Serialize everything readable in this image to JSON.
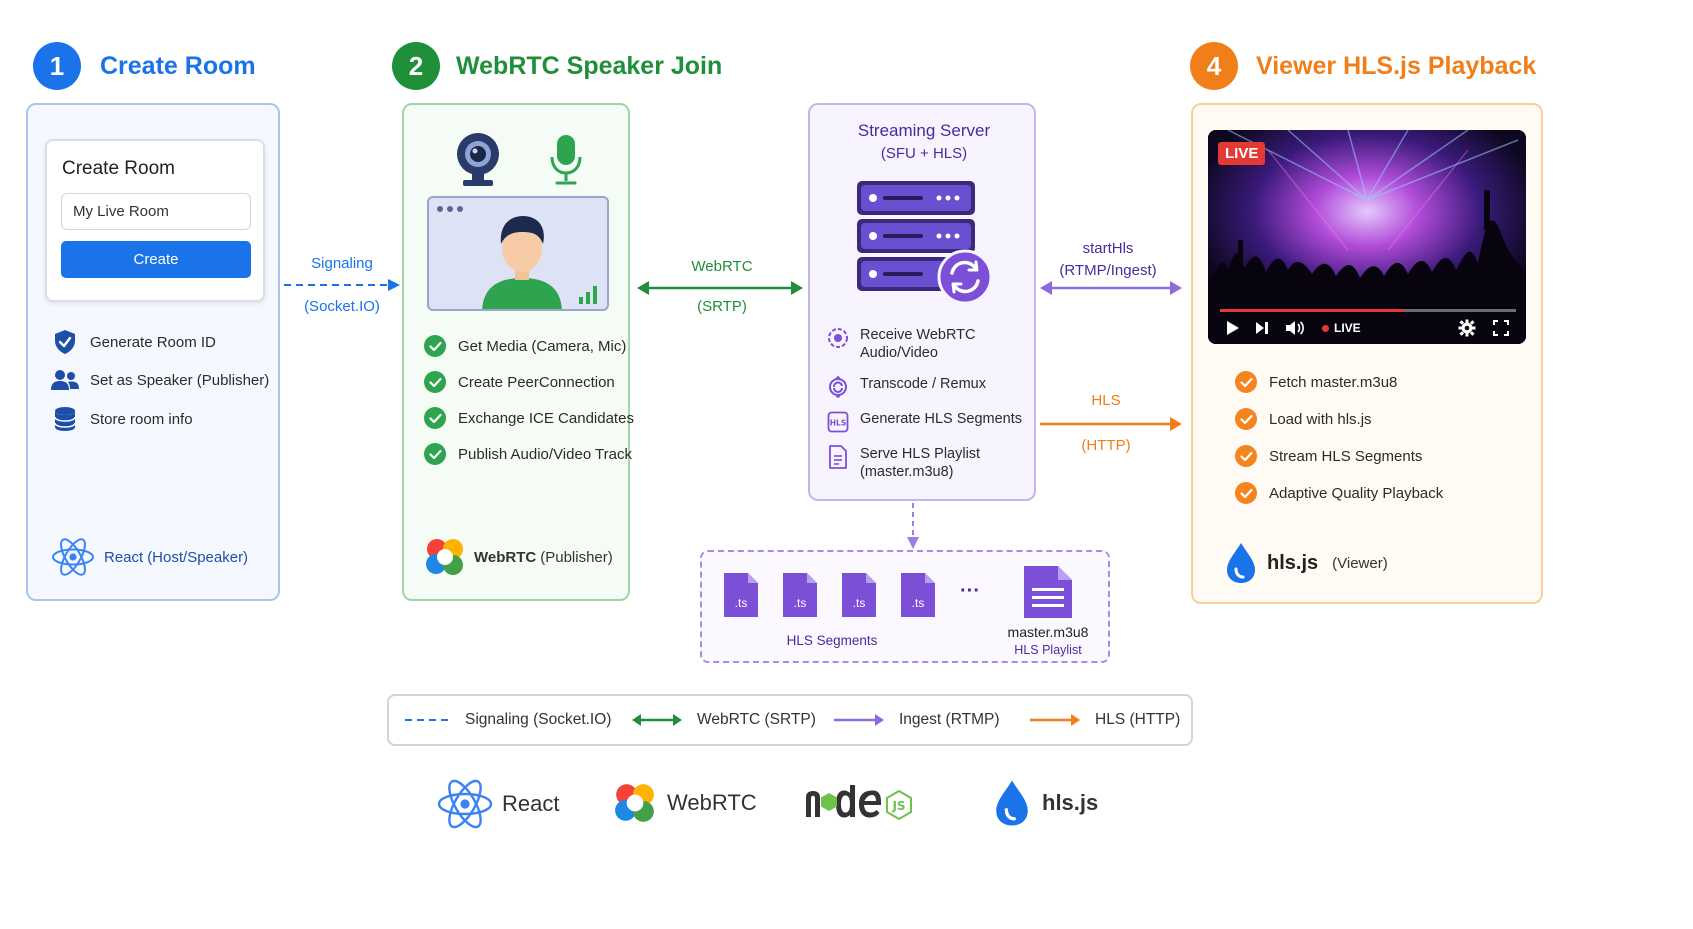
{
  "steps": [
    {
      "number": "1",
      "title": "Create Room",
      "color": "#1a73e8"
    },
    {
      "number": "2",
      "title": "WebRTC Speaker Join",
      "color": "#1f8f3a"
    },
    {
      "number": "4",
      "title": "Viewer HLS.js Playback",
      "color": "#f07f1a"
    }
  ],
  "create_room": {
    "card_title": "Create Room",
    "input_value": "My Live Room",
    "button_label": "Create",
    "items": [
      "Generate Room ID",
      "Set as Speaker (Publisher)",
      "Store room info"
    ],
    "tech_name": "React",
    "tech_role": "(Host/Speaker)"
  },
  "speaker": {
    "items": [
      "Get Media (Camera, Mic)",
      "Create PeerConnection",
      "Exchange ICE Candidates",
      "Publish Audio/Video Track"
    ],
    "tech_name": "WebRTC",
    "tech_role": "(Publisher)"
  },
  "server": {
    "title": "Streaming Server",
    "subtitle": "(SFU + HLS)",
    "items": [
      "Receive WebRTC Audio/Video",
      "Transcode / Remux",
      "Generate HLS Segments",
      "Serve HLS Playlist (master.m3u8)"
    ]
  },
  "viewer": {
    "live_badge": "LIVE",
    "live_indicator": "LIVE",
    "items": [
      "Fetch master.m3u8",
      "Load with hls.js",
      "Stream HLS Segments",
      "Adaptive Quality Playback"
    ],
    "tech_name": "hls.js",
    "tech_role": "(Viewer)"
  },
  "arrows": {
    "signaling_top": "Signaling",
    "signaling_bottom": "(Socket.IO)",
    "webrtc_top": "WebRTC",
    "webrtc_bottom": "(SRTP)",
    "ingest_top": "startHls",
    "ingest_bottom": "(RTMP/Ingest)",
    "hls_top": "HLS",
    "hls_bottom": "(HTTP)"
  },
  "segments": {
    "file_ext": ".ts",
    "ellipsis": "···",
    "segments_label": "HLS Segments",
    "playlist_name": "master.m3u8",
    "playlist_label": "HLS Playlist"
  },
  "legend": [
    "Signaling (Socket.IO)",
    "WebRTC (SRTP)",
    "Ingest (RTMP)",
    "HLS (HTTP)"
  ],
  "logos": [
    "React",
    "WebRTC",
    "hls.js"
  ],
  "colors": {
    "blue": "#1a73e8",
    "green": "#1f8f3a",
    "purple": "#7b4fd6",
    "orange": "#f07f1a"
  }
}
